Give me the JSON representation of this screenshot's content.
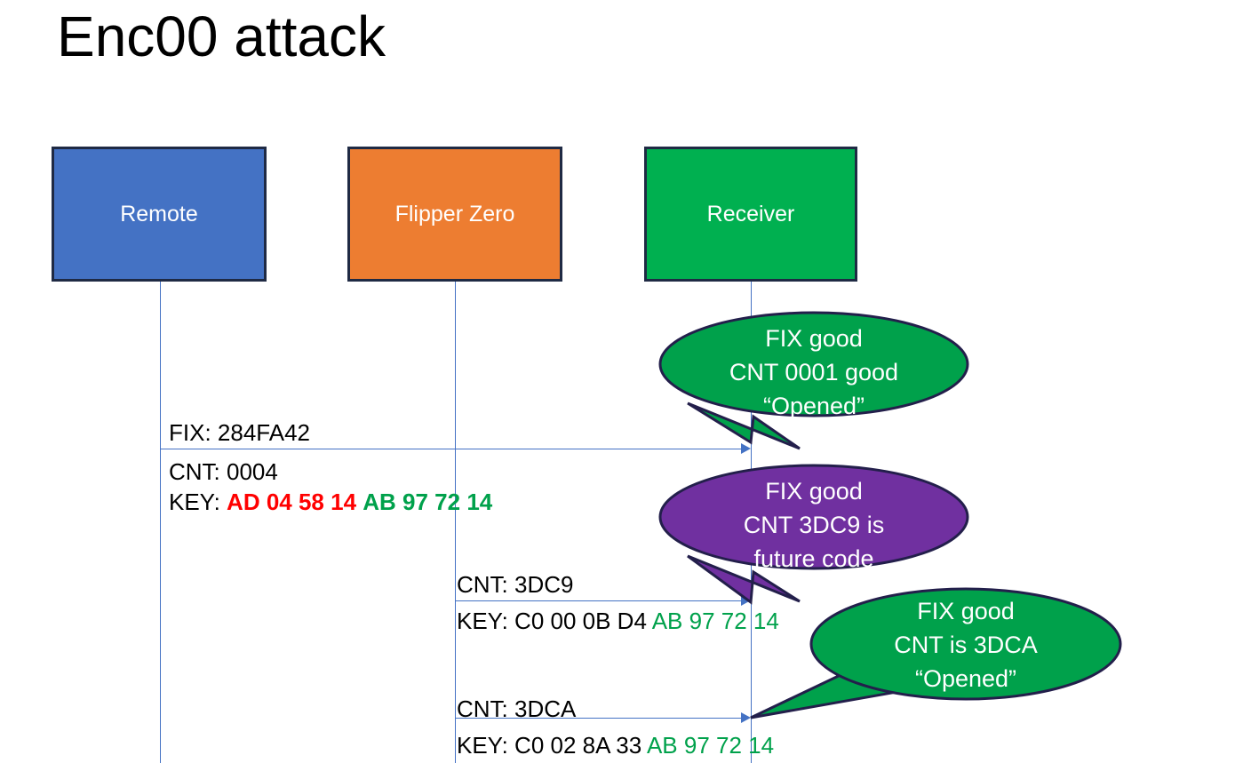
{
  "title": "Enc00 attack",
  "actors": [
    {
      "name": "Remote",
      "color": "#4472C4"
    },
    {
      "name": "Flipper Zero",
      "color": "#ED7D31"
    },
    {
      "name": "Receiver",
      "color": "#00B050"
    }
  ],
  "messages": [
    {
      "from": "Remote",
      "to": "Receiver",
      "fix_label": "FIX: 284FA42",
      "cnt_label": "CNT: 0004",
      "key_prefix": "KEY: ",
      "key_part1": "AD 04 58 14",
      "key_part1_color": "#FF0000",
      "key_part2": "AB 97 72 14",
      "key_part2_color": "#00A14B"
    },
    {
      "from": "Flipper Zero",
      "to": "Receiver",
      "cnt_label": "CNT: 3DC9",
      "key_prefix": "KEY: C0 00 0B D4 ",
      "key_part2": "AB 97 72 14",
      "key_part2_color": "#00A14B"
    },
    {
      "from": "Flipper Zero",
      "to": "Receiver",
      "cnt_label": "CNT: 3DCA",
      "key_prefix": "KEY: C0 02 8A 33 ",
      "key_part2": "AB 97 72 14",
      "key_part2_color": "#00A14B"
    }
  ],
  "bubbles": [
    {
      "fill": "#00A14B",
      "line1": "FIX good",
      "line2": "CNT 0001 good",
      "line3": "“Opened”"
    },
    {
      "fill": "#7030A0",
      "line1": "FIX good",
      "line2": "CNT 3DC9 is",
      "line3": "future code"
    },
    {
      "fill": "#00A14B",
      "line1": "FIX good",
      "line2": "CNT is 3DCA",
      "line3": "“Opened”"
    }
  ]
}
